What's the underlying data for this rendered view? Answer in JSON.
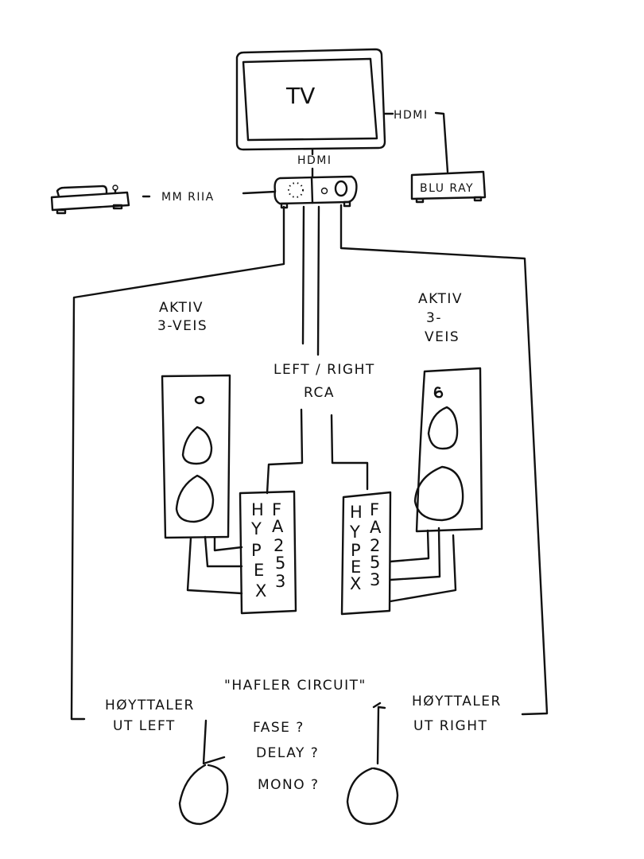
{
  "title": "Hafler circuit speaker setup sketch",
  "colors": {
    "ink": "#111111",
    "paper": "#ffffff"
  },
  "tv": {
    "label": "TV"
  },
  "connections": {
    "tv_to_bluray": "HDMI",
    "tv_to_amp": "HDMI",
    "turntable_to_amp": "MM RIIA",
    "amp_to_amps": "LEFT / RIGHT",
    "amp_to_amps_type": "RCA"
  },
  "bluray": {
    "label": "BLU RAY"
  },
  "speakers": {
    "left": {
      "label_line1": "AKTIV",
      "label_line2": "3-VEIS"
    },
    "right": {
      "label_line1": "AKTIV",
      "label_line2": "3-",
      "label_line3": "VEIS"
    }
  },
  "amplifiers": {
    "left": {
      "col1": [
        "H",
        "Y",
        "P",
        "E",
        "X"
      ],
      "col2": [
        "F",
        "A",
        "2",
        "5",
        "3"
      ]
    },
    "right": {
      "col1": [
        "H",
        "Y",
        "P",
        "E",
        "X"
      ],
      "col2": [
        "F",
        "A",
        "2",
        "5",
        "3"
      ]
    }
  },
  "hafler": {
    "title": "\"HAFLER CIRCUIT\"",
    "out_left_line1": "HØYTTALER",
    "out_left_line2": "UT LEFT",
    "out_right_line1": "HØYTTALER",
    "out_right_line2": "UT RIGHT",
    "questions": [
      "FASE ?",
      "DELAY ?",
      "MONO ?"
    ]
  }
}
